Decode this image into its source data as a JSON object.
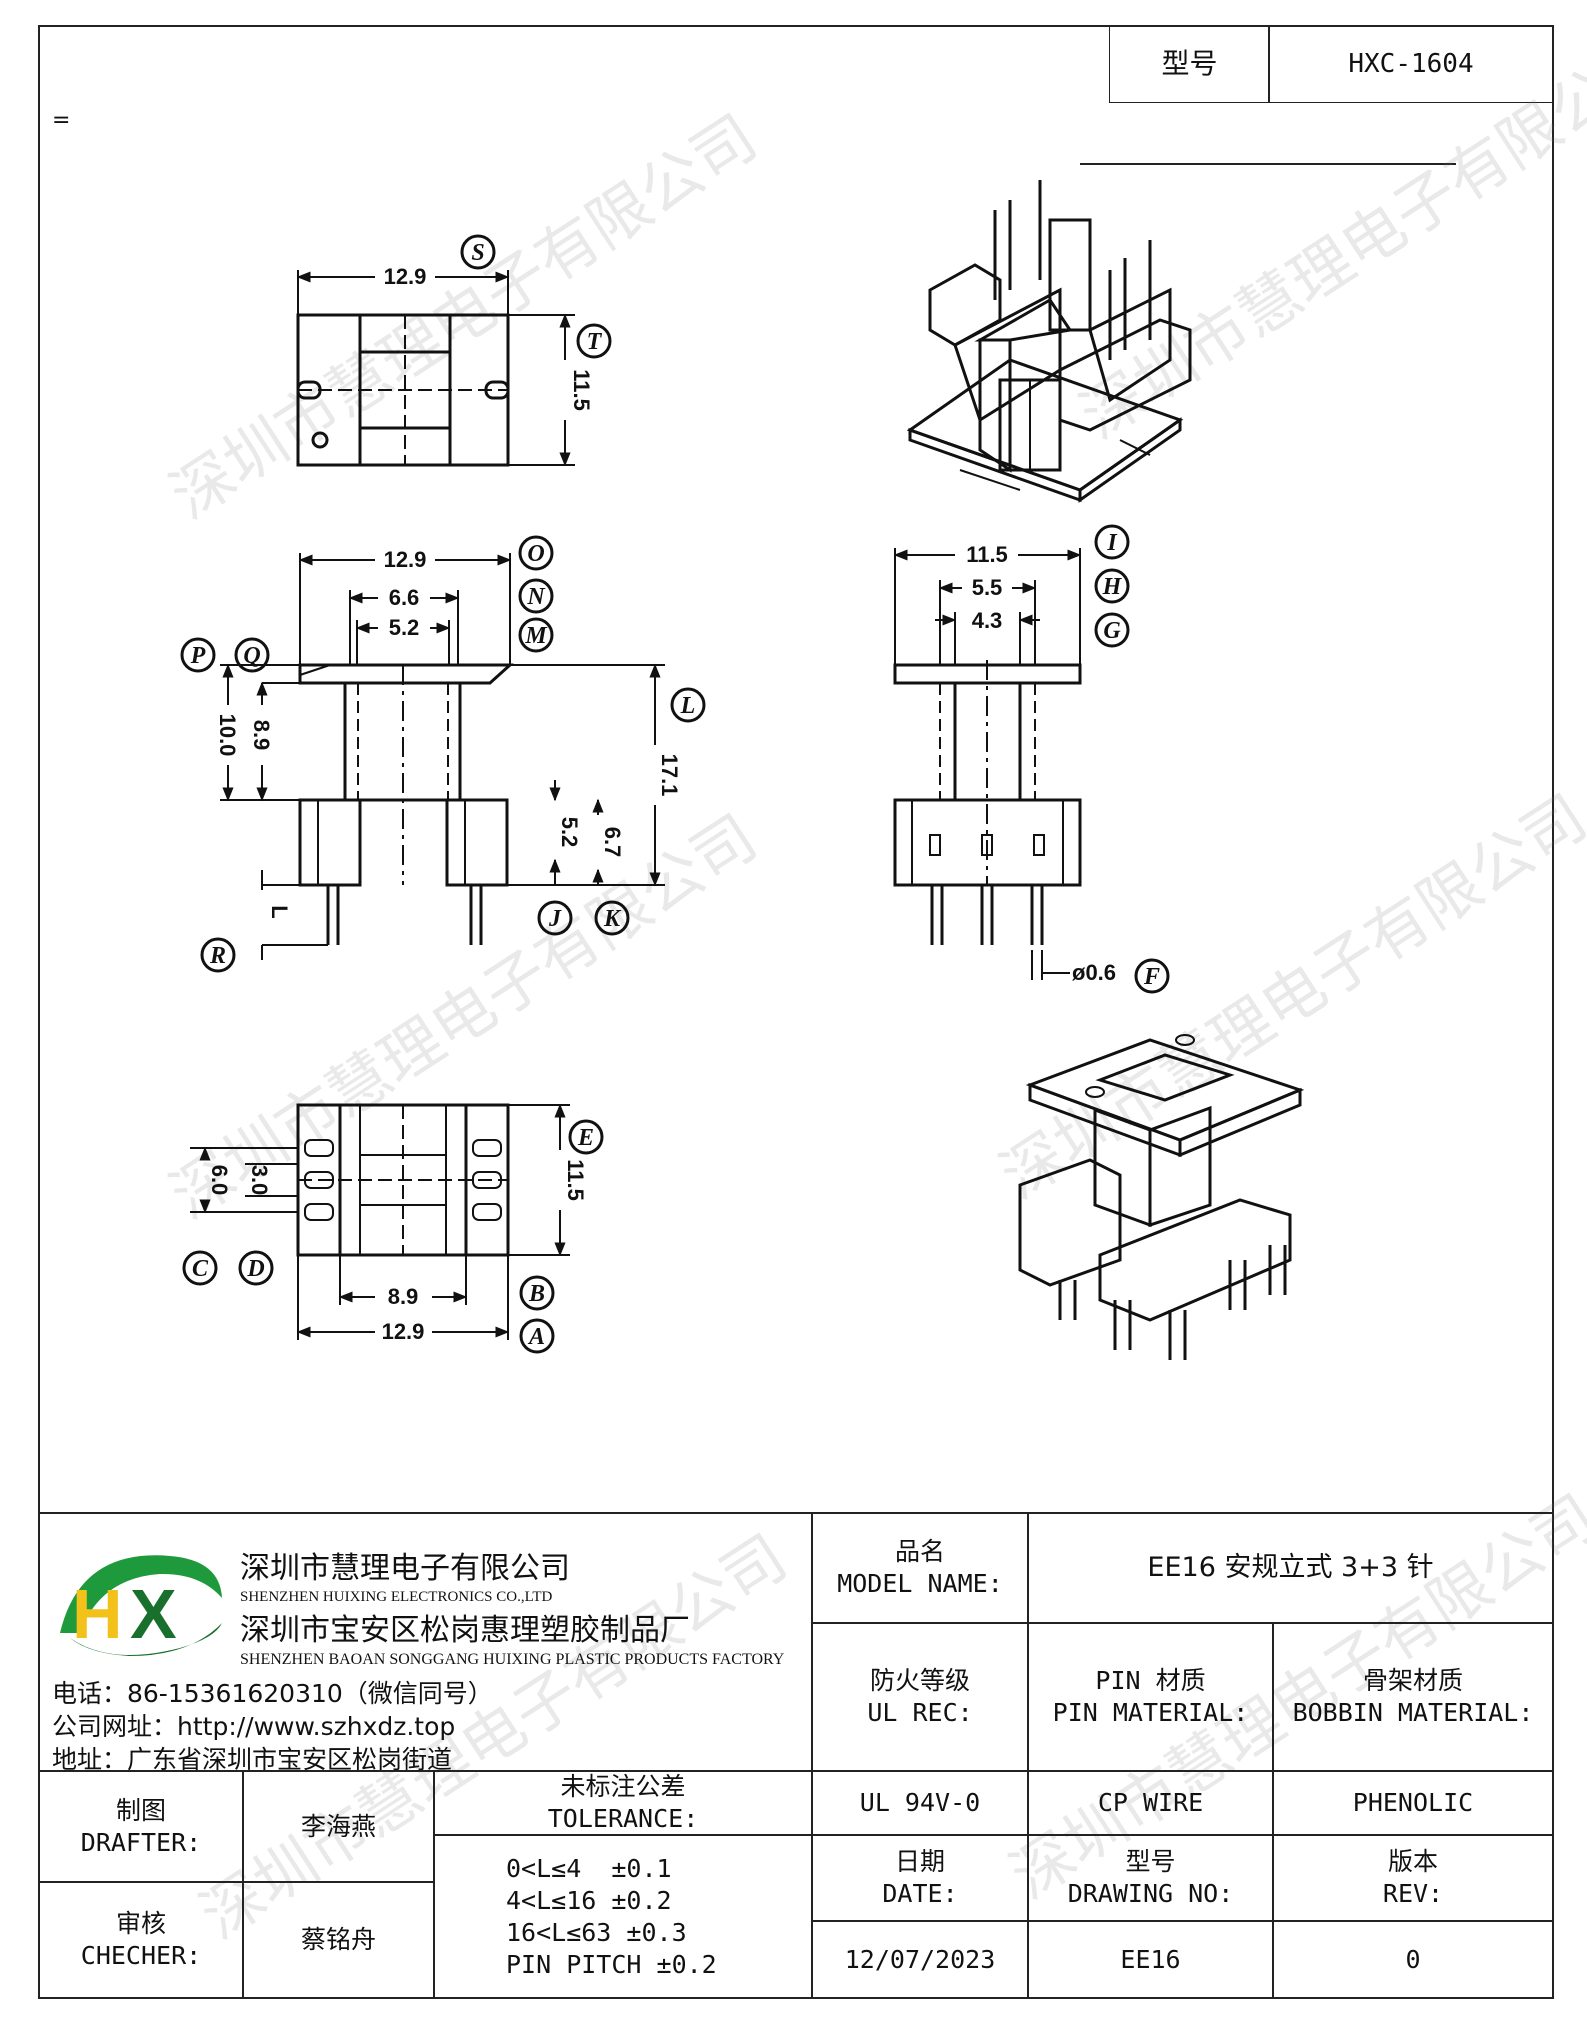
{
  "header": {
    "model_label": "型号",
    "model_value": "HXC-1604",
    "marker": "="
  },
  "watermark": "深圳市慧理电子有限公司",
  "drawing": {
    "top_view": {
      "width": "12.9",
      "height": "11.5",
      "label_width": "S",
      "label_height": "T"
    },
    "front_view": {
      "dims": {
        "d_12_9": "12.9",
        "d_6_6": "6.6",
        "d_5_2_top": "5.2",
        "d_10_0": "10.0",
        "d_8_9": "8.9",
        "d_17_1": "17.1",
        "d_5_2_side": "5.2",
        "d_6_7": "6.7",
        "d_L": "L"
      },
      "labels": [
        "O",
        "N",
        "M",
        "P",
        "Q",
        "L",
        "J",
        "K",
        "R"
      ]
    },
    "side_view": {
      "dims": {
        "d_11_5": "11.5",
        "d_5_5": "5.5",
        "d_4_3": "4.3",
        "d_pin": "ø0.6"
      },
      "labels": [
        "I",
        "H",
        "G",
        "F"
      ]
    },
    "bottom_view": {
      "dims": {
        "d_6_0": "6.0",
        "d_3_0": "3.0",
        "d_11_5": "11.5",
        "d_8_9": "8.9",
        "d_12_9": "12.9"
      },
      "labels": [
        "E",
        "C",
        "D",
        "B",
        "A"
      ]
    }
  },
  "company": {
    "name_cn": "深圳市慧理电子有限公司",
    "name_en": "SHENZHEN HUIXING ELECTRONICS CO.,LTD",
    "factory_cn": "深圳市宝安区松岗惠理塑胶制品厂",
    "factory_en": "SHENZHEN BAOAN SONGGANG HUIXING PLASTIC PRODUCTS FACTORY",
    "phone": "电话：86-15361620310（微信同号）",
    "website": "公司网址：http://www.szhxdz.top",
    "address": "地址：广东省深圳市宝安区松岗街道",
    "logo_text": "HX",
    "colors": {
      "logo_green": "#1e9a3c",
      "logo_yellow": "#f2c21b",
      "logo_dark": "#18702c"
    }
  },
  "title_block": {
    "model_name_cn": "品名",
    "model_name_en": "MODEL NAME:",
    "model_name_value": "EE16 安规立式 3+3 针",
    "ul_cn": "防火等级",
    "ul_en": "UL REC:",
    "pin_cn": "PIN 材质",
    "pin_en": "PIN MATERIAL:",
    "bobbin_cn": "骨架材质",
    "bobbin_en": "BOBBIN MATERIAL:",
    "ul_value": "UL 94V-0",
    "pin_value": "CP WIRE",
    "bobbin_value": "PHENOLIC",
    "drafter_cn": "制图",
    "drafter_en": "DRAFTER:",
    "drafter_name": "李海燕",
    "checker_cn": "审核",
    "checker_en": "CHECHER:",
    "checker_name": "蔡铭舟",
    "tolerance_cn": "未标注公差",
    "tolerance_en": "TOLERANCE:",
    "tolerance_lines": [
      "0<L≤4  ±0.1",
      "4<L≤16 ±0.2",
      "16<L≤63 ±0.3",
      "PIN PITCH ±0.2"
    ],
    "date_cn": "日期",
    "date_en": "DATE:",
    "date_value": "12/07/2023",
    "drawing_no_cn": "型号",
    "drawing_no_en": "DRAWING NO:",
    "drawing_no_value": "EE16",
    "rev_cn": "版本",
    "rev_en": "REV:",
    "rev_value": "0"
  }
}
